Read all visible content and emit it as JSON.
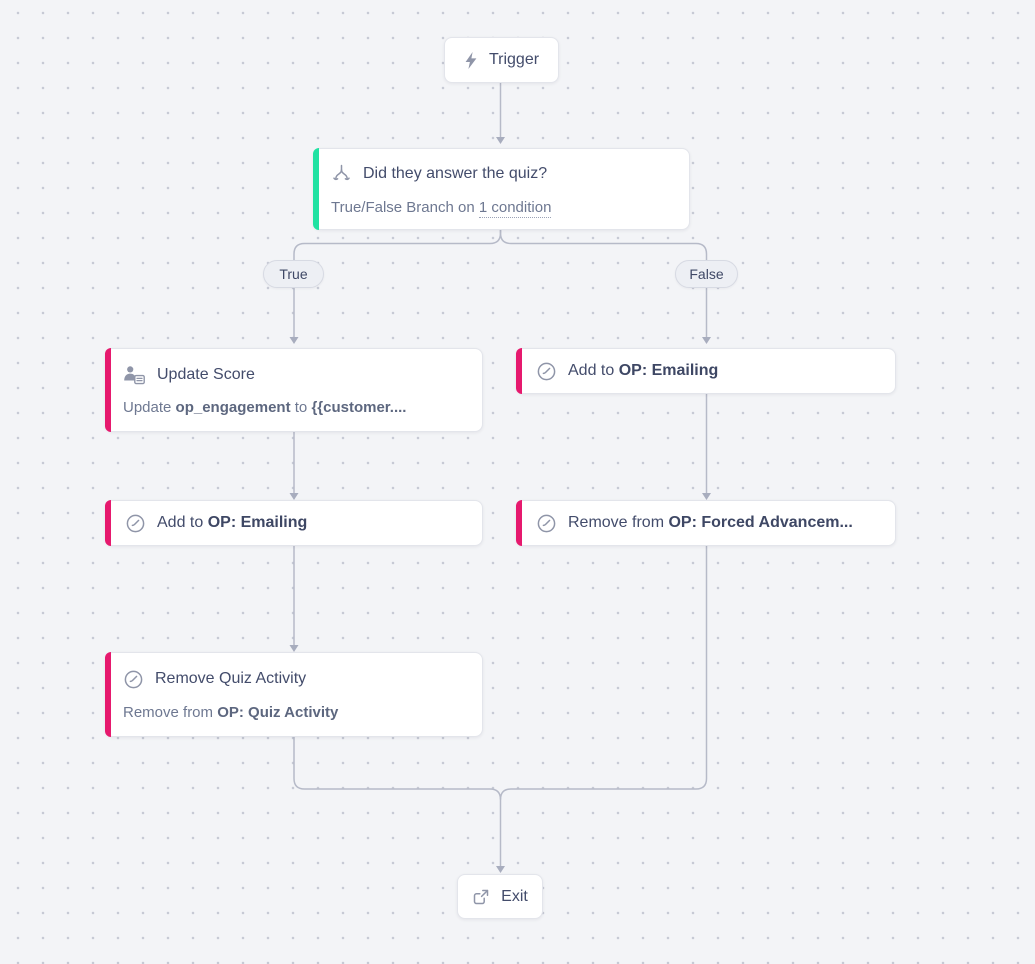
{
  "colors": {
    "canvas_background": "#f3f4f7",
    "grid_dot": "#c7cad5",
    "branch_accent_green": "#1fe2a2",
    "action_accent_pink": "#e6196e",
    "connector_gray": "#b6bac8",
    "card_background": "#ffffff"
  },
  "nodes": {
    "trigger": {
      "label": "Trigger",
      "icon": "lightning-icon"
    },
    "branch": {
      "title": "Did they answer the quiz?",
      "subtitle": [
        "True/False Branch on ",
        "1 condition"
      ],
      "icon": "branch-fork-icon"
    },
    "true_pill": {
      "label": "True"
    },
    "false_pill": {
      "label": "False"
    },
    "update_score": {
      "title": "Update Score",
      "subtitle": [
        "Update ",
        "op_engagement",
        " to ",
        "{{customer...."
      ],
      "icon": "contact-update-icon"
    },
    "add_emailing_false": {
      "title": [
        "Add to ",
        "OP: Emailing"
      ],
      "icon": "automation-gauge-icon"
    },
    "add_emailing_true": {
      "title": [
        "Add to ",
        "OP: Emailing"
      ],
      "icon": "automation-gauge-icon"
    },
    "remove_forced_advancement": {
      "title": [
        "Remove from ",
        "OP: Forced Advancem..."
      ],
      "icon": "automation-gauge-icon"
    },
    "remove_quiz_activity": {
      "title": "Remove Quiz Activity",
      "subtitle": [
        "Remove from ",
        "OP: Quiz Activity"
      ],
      "icon": "automation-gauge-icon"
    },
    "exit": {
      "label": "Exit",
      "icon": "exit-icon"
    }
  }
}
